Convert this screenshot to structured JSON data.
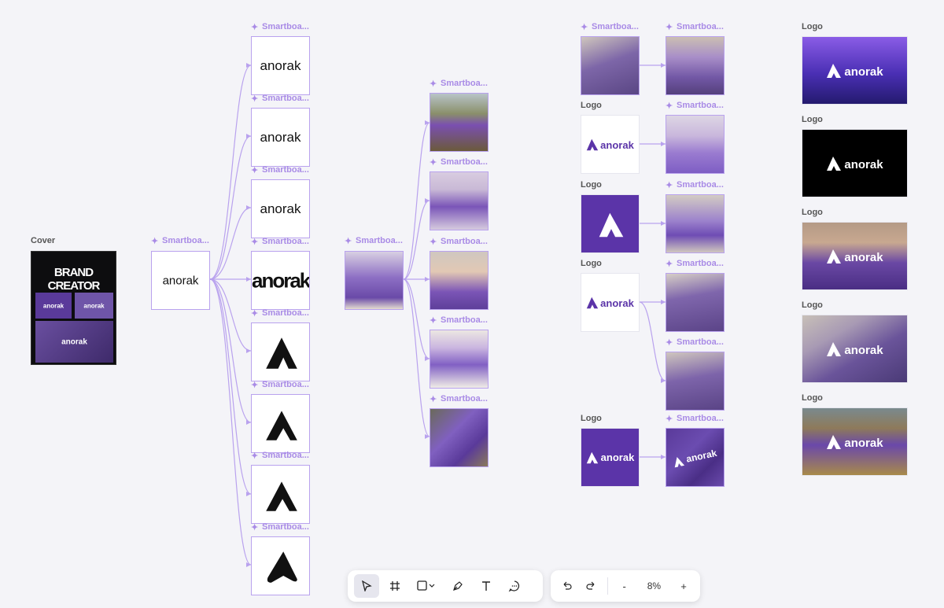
{
  "labels": {
    "smartboard": "Smartboa...",
    "logo": "Logo",
    "cover": "Cover"
  },
  "cover": {
    "brand_creator": "BRAND CREATOR",
    "brand_name": "anorak"
  },
  "root_wordmark": "anorak",
  "wordmark_variants": [
    "anorak",
    "anorak",
    "anorak",
    "anorak"
  ],
  "logo_text": "anorak",
  "toolbar": {
    "zoom": "8%",
    "minus": "-",
    "plus": "+"
  },
  "colors": {
    "accent": "#b9a2ee",
    "brand_purple": "#5b34a8"
  }
}
